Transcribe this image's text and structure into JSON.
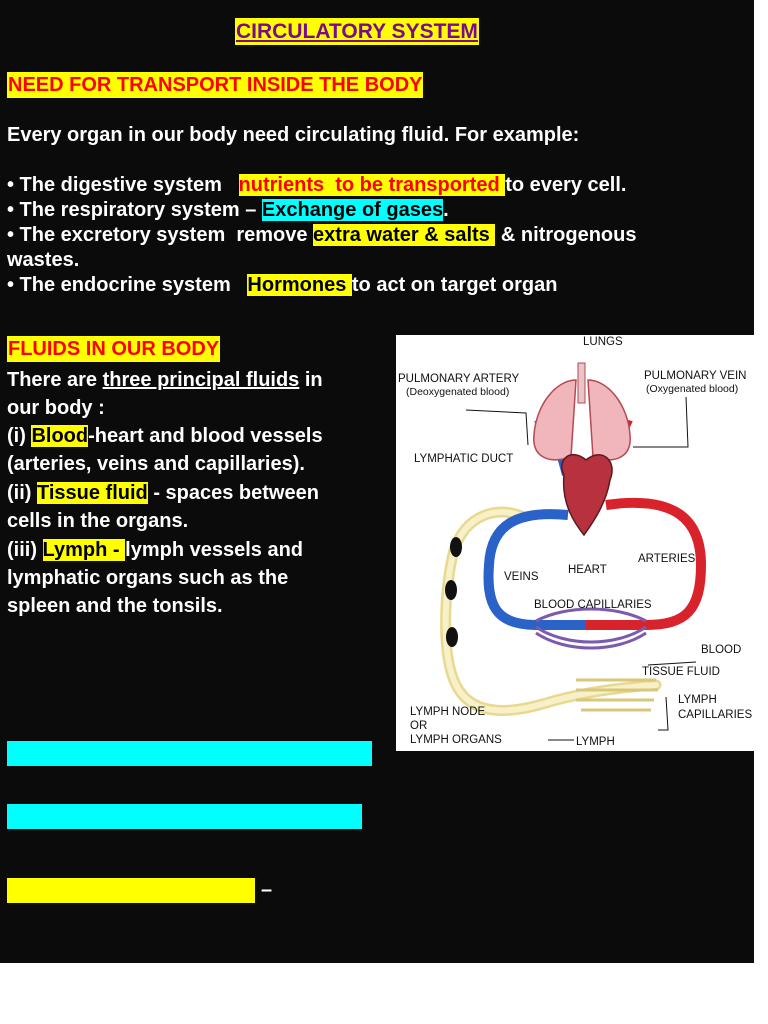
{
  "title": "CIRCULATORY SYSTEM",
  "section1": {
    "heading": "NEED FOR TRANSPORT INSIDE THE BODY",
    "intro": "Every organ in our body need circulating fluid. For example:",
    "bullets": {
      "digestive": {
        "pre": "• The digestive system   ",
        "h1": "nutrients ",
        "h2": " to ",
        "h3": "be transported ",
        "post": "to every cell."
      },
      "respiratory": {
        "pre": "• The respiratory system – ",
        "h1": "Exchange of gases",
        "post": "."
      },
      "excretory": {
        "pre": "• The excretory system  remove ",
        "h1": "extra water & salts ",
        "post": " & nitrogenous",
        "line2": "wastes."
      },
      "endocrine": {
        "pre": "• The endocrine system   ",
        "h1": "Hormones ",
        "post": "to act on target organ"
      }
    }
  },
  "section2": {
    "heading": "FLUIDS IN OUR BODY",
    "line1_pre": "There are ",
    "line1_u": "three principal fluids",
    "line1_post": " in",
    "line2": "our body :",
    "blood": {
      "pre": "(i) ",
      "h": "Blood",
      "post": "-heart and blood vessels",
      "line2": "(arteries, veins and capillaries)."
    },
    "tissue": {
      "pre": "(ii) ",
      "h": "Tissue fluid",
      "post": " - spaces between",
      "line2": "cells in the organs."
    },
    "lymph": {
      "pre": "(iii) ",
      "h": "Lymph - ",
      "post": "lymph vessels and",
      "line2": "lymphatic organs such as the",
      "line3": "spleen and the tonsils."
    }
  },
  "diagram": {
    "labels": {
      "lungs": "LUNGS",
      "pulmonary_artery": "PULMONARY ARTERY",
      "pulmonary_artery_sub": "(Deoxygenated blood)",
      "pulmonary_vein": "PULMONARY VEIN",
      "pulmonary_vein_sub": "(Oxygenated blood)",
      "lymphatic_duct": "LYMPHATIC DUCT",
      "arteries": "ARTERIES",
      "heart": "HEART",
      "veins": "VEINS",
      "blood_capillaries": "BLOOD CAPILLARIES",
      "blood": "BLOOD",
      "tissue_fluid": "TISSUE FLUID",
      "lymph_capillaries_1": "LYMPH",
      "lymph_capillaries_2": "CAPILLARIES",
      "lymph_node_1": "LYMPH NODE",
      "lymph_node_2": "OR",
      "lymph_node_3": "LYMPH ORGANS",
      "lymph": "LYMPH"
    }
  },
  "footer_dash": "–",
  "colors": {
    "yellow": "#ffff00",
    "cyan": "#00ffff",
    "red": "#ff0000",
    "purple": "#7a0a8e",
    "background": "#0b0b0b"
  }
}
